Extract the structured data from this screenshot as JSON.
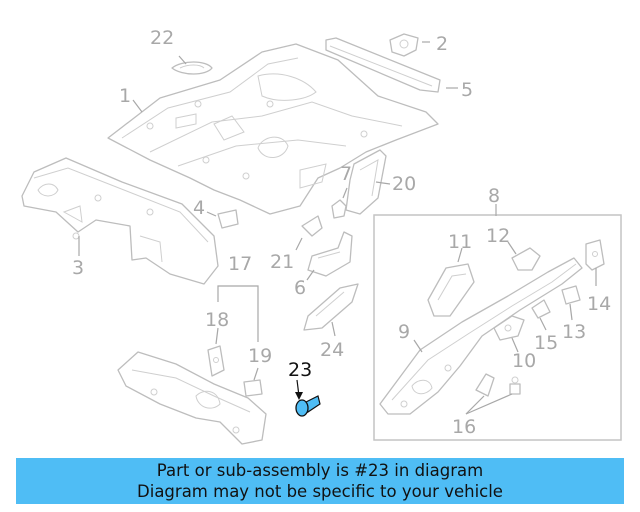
{
  "diagram": {
    "labels": {
      "p1": "1",
      "p2": "2",
      "p3": "3",
      "p4": "4",
      "p5": "5",
      "p6": "6",
      "p7": "7",
      "p8": "8",
      "p9": "9",
      "p10": "10",
      "p11": "11",
      "p12": "12",
      "p13": "13",
      "p14": "14",
      "p15": "15",
      "p16": "16",
      "p17": "17",
      "p18": "18",
      "p19": "19",
      "p20": "20",
      "p21": "21",
      "p22": "22",
      "p23": "23",
      "p24": "24"
    },
    "highlighted_part": "23",
    "highlight_color": "#4fbdf5"
  },
  "banner": {
    "line1": "Part or sub-assembly is #23 in diagram",
    "line2": "Diagram may not be specific to your vehicle",
    "color": "#4fbdf5"
  }
}
